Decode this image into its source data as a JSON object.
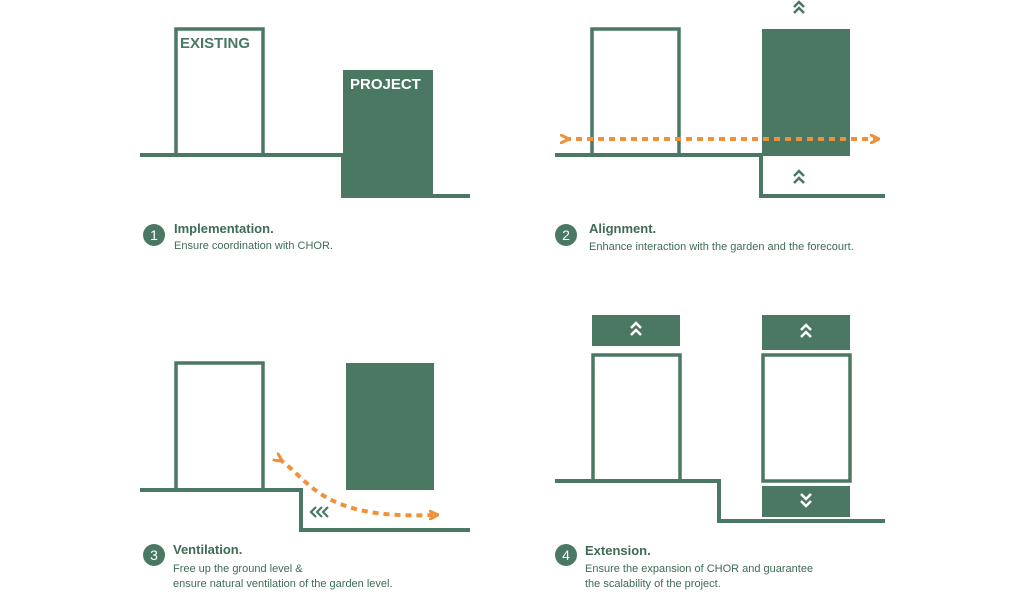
{
  "colors": {
    "green": "#4a7862",
    "orange": "#f0913a",
    "white": "#ffffff"
  },
  "panel1": {
    "number": "1",
    "title": "Implementation.",
    "desc_lines": [
      "Ensure coordination with CHOR."
    ],
    "existing_label": "EXISTING",
    "project_label": "PROJECT"
  },
  "panel2": {
    "number": "2",
    "title": "Alignment.",
    "desc_lines": [
      "Enhance interaction with the garden and the forecourt."
    ],
    "icons": [
      "double-chevron-up-icon",
      "double-chevron-up-icon",
      "orange-dotted-double-arrow-icon"
    ]
  },
  "panel3": {
    "number": "3",
    "title": "Ventilation.",
    "desc_lines": [
      "Free up the ground level &",
      "ensure natural ventilation of the garden level."
    ],
    "icons": [
      "orange-dotted-curved-arrow-icon",
      "triple-chevron-left-icon"
    ]
  },
  "panel4": {
    "number": "4",
    "title": "Extension.",
    "desc_lines": [
      "Ensure the expansion of CHOR and guarantee",
      "the scalability of the project."
    ],
    "icons": [
      "double-chevron-up-icon",
      "double-chevron-up-icon",
      "double-chevron-down-icon"
    ]
  }
}
